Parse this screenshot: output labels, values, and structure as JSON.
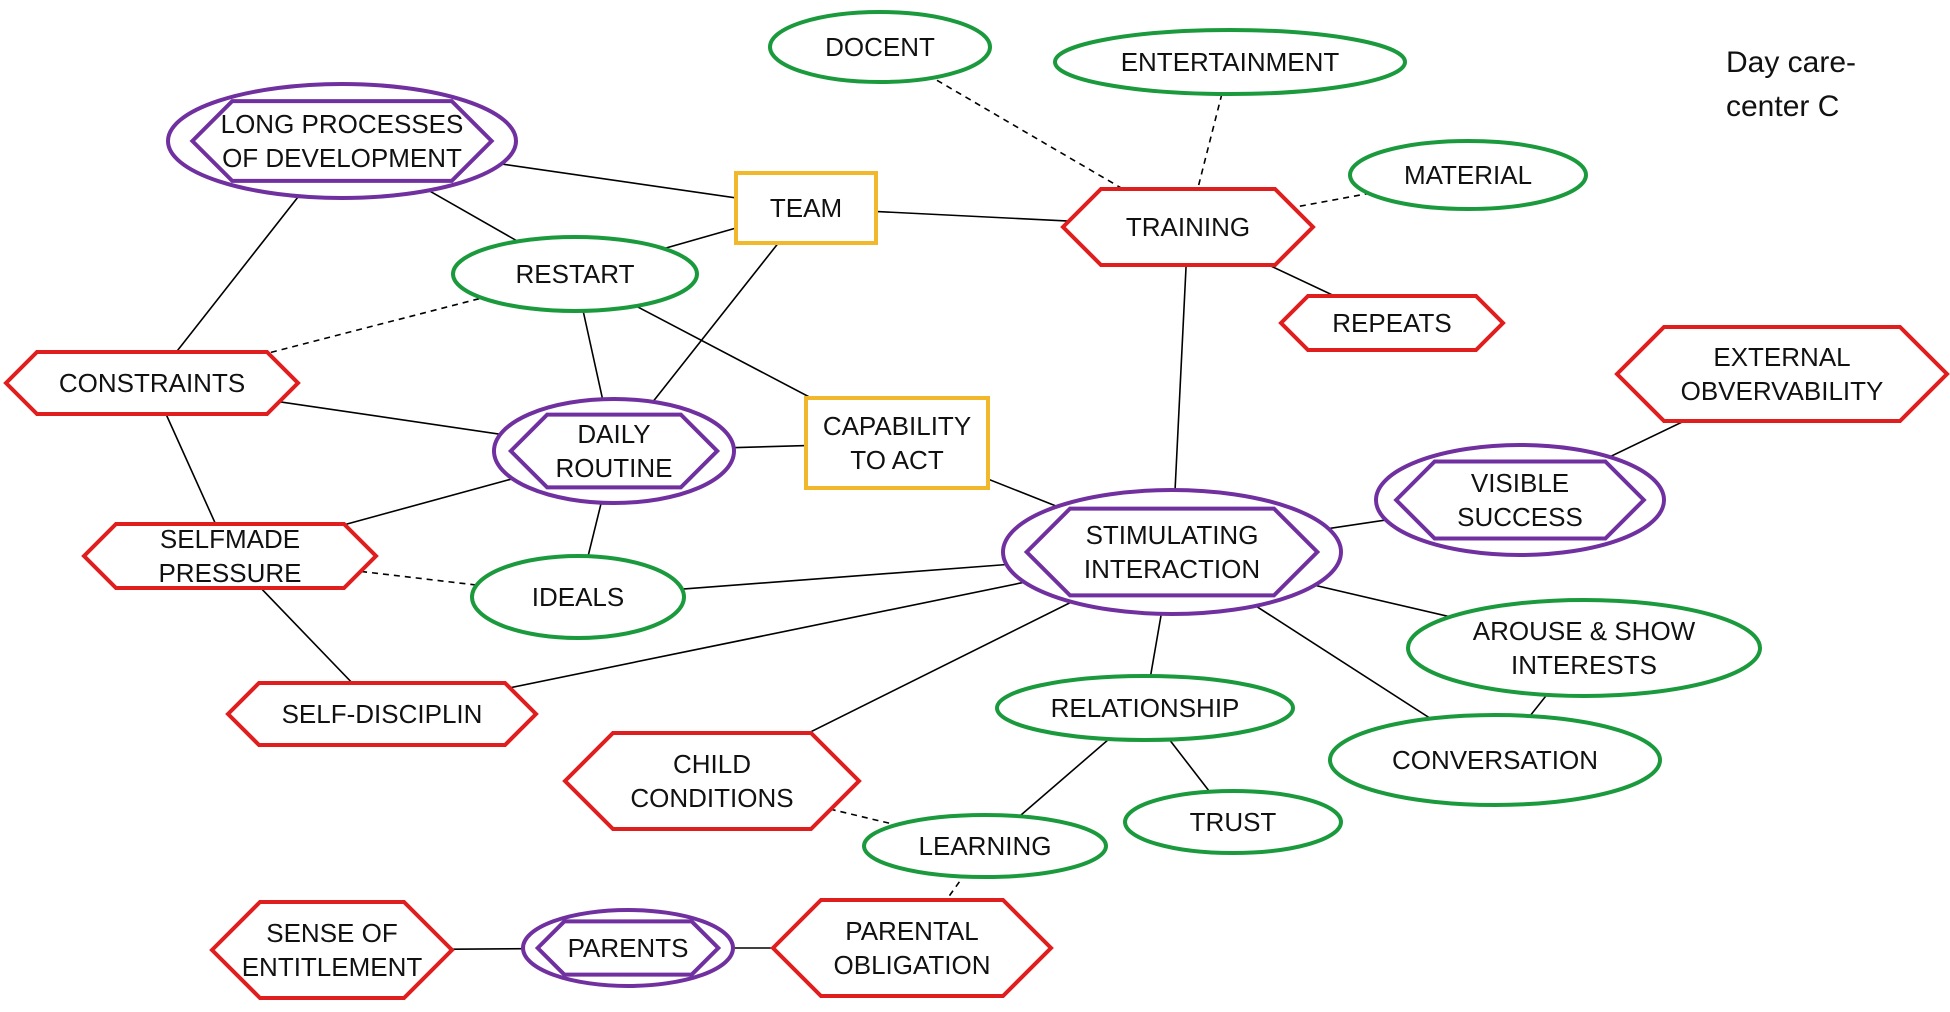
{
  "title": {
    "line1": "Day care-",
    "line2": "center C"
  },
  "colors": {
    "green": "#1a9a3c",
    "red": "#e01e1e",
    "purple": "#7030a0",
    "orange": "#f0b82a"
  },
  "nodes": {
    "docent": {
      "label": [
        "DOCENT"
      ],
      "shape": "ellipse",
      "color": "green"
    },
    "entertainment": {
      "label": [
        "ENTERTAINMENT"
      ],
      "shape": "ellipse",
      "color": "green"
    },
    "material": {
      "label": [
        "MATERIAL"
      ],
      "shape": "ellipse",
      "color": "green"
    },
    "training": {
      "label": [
        "TRAINING"
      ],
      "shape": "hexagon",
      "color": "red"
    },
    "repeats": {
      "label": [
        "REPEATS"
      ],
      "shape": "hexagon",
      "color": "red"
    },
    "long_processes": {
      "label": [
        "LONG PROCESSES",
        "OF DEVELOPMENT"
      ],
      "shape": "hexagon-in-ellipse",
      "color": "purple"
    },
    "team": {
      "label": [
        "TEAM"
      ],
      "shape": "rectangle",
      "color": "orange"
    },
    "restart": {
      "label": [
        "RESTART"
      ],
      "shape": "ellipse",
      "color": "green"
    },
    "constraints": {
      "label": [
        "CONSTRAINTS"
      ],
      "shape": "hexagon",
      "color": "red"
    },
    "daily_routine": {
      "label": [
        "DAILY",
        "ROUTINE"
      ],
      "shape": "hexagon-in-ellipse",
      "color": "purple"
    },
    "capability": {
      "label": [
        "CAPABILITY",
        "TO ACT"
      ],
      "shape": "rectangle",
      "color": "orange"
    },
    "external_obs": {
      "label": [
        "EXTERNAL",
        "OBVERVABILITY"
      ],
      "shape": "hexagon",
      "color": "red"
    },
    "visible_success": {
      "label": [
        "VISIBLE",
        "SUCCESS"
      ],
      "shape": "hexagon-in-ellipse",
      "color": "purple"
    },
    "selfmade_pressure": {
      "label": [
        "SELFMADE",
        "PRESSURE"
      ],
      "shape": "hexagon",
      "color": "red"
    },
    "ideals": {
      "label": [
        "IDEALS"
      ],
      "shape": "ellipse",
      "color": "green"
    },
    "stimulating": {
      "label": [
        "STIMULATING",
        "INTERACTION"
      ],
      "shape": "hexagon-in-ellipse",
      "color": "purple"
    },
    "arouse": {
      "label": [
        "AROUSE & SHOW",
        "INTERESTS"
      ],
      "shape": "ellipse",
      "color": "green"
    },
    "self_disciplin": {
      "label": [
        "SELF-DISCIPLIN"
      ],
      "shape": "hexagon",
      "color": "red"
    },
    "relationship": {
      "label": [
        "RELATIONSHIP"
      ],
      "shape": "ellipse",
      "color": "green"
    },
    "conversation": {
      "label": [
        "CONVERSATION"
      ],
      "shape": "ellipse",
      "color": "green"
    },
    "child_conditions": {
      "label": [
        "CHILD",
        "CONDITIONS"
      ],
      "shape": "hexagon",
      "color": "red"
    },
    "trust": {
      "label": [
        "TRUST"
      ],
      "shape": "ellipse",
      "color": "green"
    },
    "learning": {
      "label": [
        "LEARNING"
      ],
      "shape": "ellipse",
      "color": "green"
    },
    "sense_entitlement": {
      "label": [
        "SENSE OF",
        "ENTITLEMENT"
      ],
      "shape": "hexagon",
      "color": "red"
    },
    "parents": {
      "label": [
        "PARENTS"
      ],
      "shape": "hexagon-in-ellipse",
      "color": "purple"
    },
    "parental_obligation": {
      "label": [
        "PARENTAL",
        "OBLIGATION"
      ],
      "shape": "hexagon",
      "color": "red"
    }
  },
  "edges": [
    {
      "from": "docent",
      "to": "training",
      "style": "dashed"
    },
    {
      "from": "entertainment",
      "to": "training",
      "style": "dashed"
    },
    {
      "from": "material",
      "to": "training",
      "style": "dashed"
    },
    {
      "from": "training",
      "to": "repeats",
      "style": "solid"
    },
    {
      "from": "team",
      "to": "training",
      "style": "solid"
    },
    {
      "from": "training",
      "to": "stimulating",
      "style": "solid"
    },
    {
      "from": "long_processes",
      "to": "team",
      "style": "solid"
    },
    {
      "from": "long_processes",
      "to": "restart",
      "style": "solid"
    },
    {
      "from": "long_processes",
      "to": "constraints",
      "style": "solid"
    },
    {
      "from": "team",
      "to": "restart",
      "style": "solid"
    },
    {
      "from": "team",
      "to": "daily_routine",
      "style": "solid"
    },
    {
      "from": "restart",
      "to": "constraints",
      "style": "dashed"
    },
    {
      "from": "restart",
      "to": "daily_routine",
      "style": "solid"
    },
    {
      "from": "restart",
      "to": "capability",
      "style": "solid"
    },
    {
      "from": "constraints",
      "to": "daily_routine",
      "style": "solid"
    },
    {
      "from": "constraints",
      "to": "selfmade_pressure",
      "style": "solid"
    },
    {
      "from": "daily_routine",
      "to": "capability",
      "style": "solid"
    },
    {
      "from": "daily_routine",
      "to": "selfmade_pressure",
      "style": "solid"
    },
    {
      "from": "daily_routine",
      "to": "ideals",
      "style": "solid"
    },
    {
      "from": "capability",
      "to": "stimulating",
      "style": "solid"
    },
    {
      "from": "selfmade_pressure",
      "to": "ideals",
      "style": "dashed"
    },
    {
      "from": "selfmade_pressure",
      "to": "self_disciplin",
      "style": "solid"
    },
    {
      "from": "ideals",
      "to": "stimulating",
      "style": "solid"
    },
    {
      "from": "stimulating",
      "to": "visible_success",
      "style": "solid"
    },
    {
      "from": "visible_success",
      "to": "external_obs",
      "style": "solid"
    },
    {
      "from": "stimulating",
      "to": "arouse",
      "style": "solid"
    },
    {
      "from": "stimulating",
      "to": "conversation",
      "style": "solid"
    },
    {
      "from": "stimulating",
      "to": "relationship",
      "style": "solid"
    },
    {
      "from": "stimulating",
      "to": "self_disciplin",
      "style": "solid"
    },
    {
      "from": "stimulating",
      "to": "child_conditions",
      "style": "solid"
    },
    {
      "from": "arouse",
      "to": "conversation",
      "style": "solid"
    },
    {
      "from": "relationship",
      "to": "trust",
      "style": "solid"
    },
    {
      "from": "relationship",
      "to": "learning",
      "style": "solid"
    },
    {
      "from": "child_conditions",
      "to": "learning",
      "style": "dashed"
    },
    {
      "from": "learning",
      "to": "parental_obligation",
      "style": "dashed"
    },
    {
      "from": "sense_entitlement",
      "to": "parents",
      "style": "solid"
    },
    {
      "from": "parents",
      "to": "parental_obligation",
      "style": "solid"
    }
  ]
}
